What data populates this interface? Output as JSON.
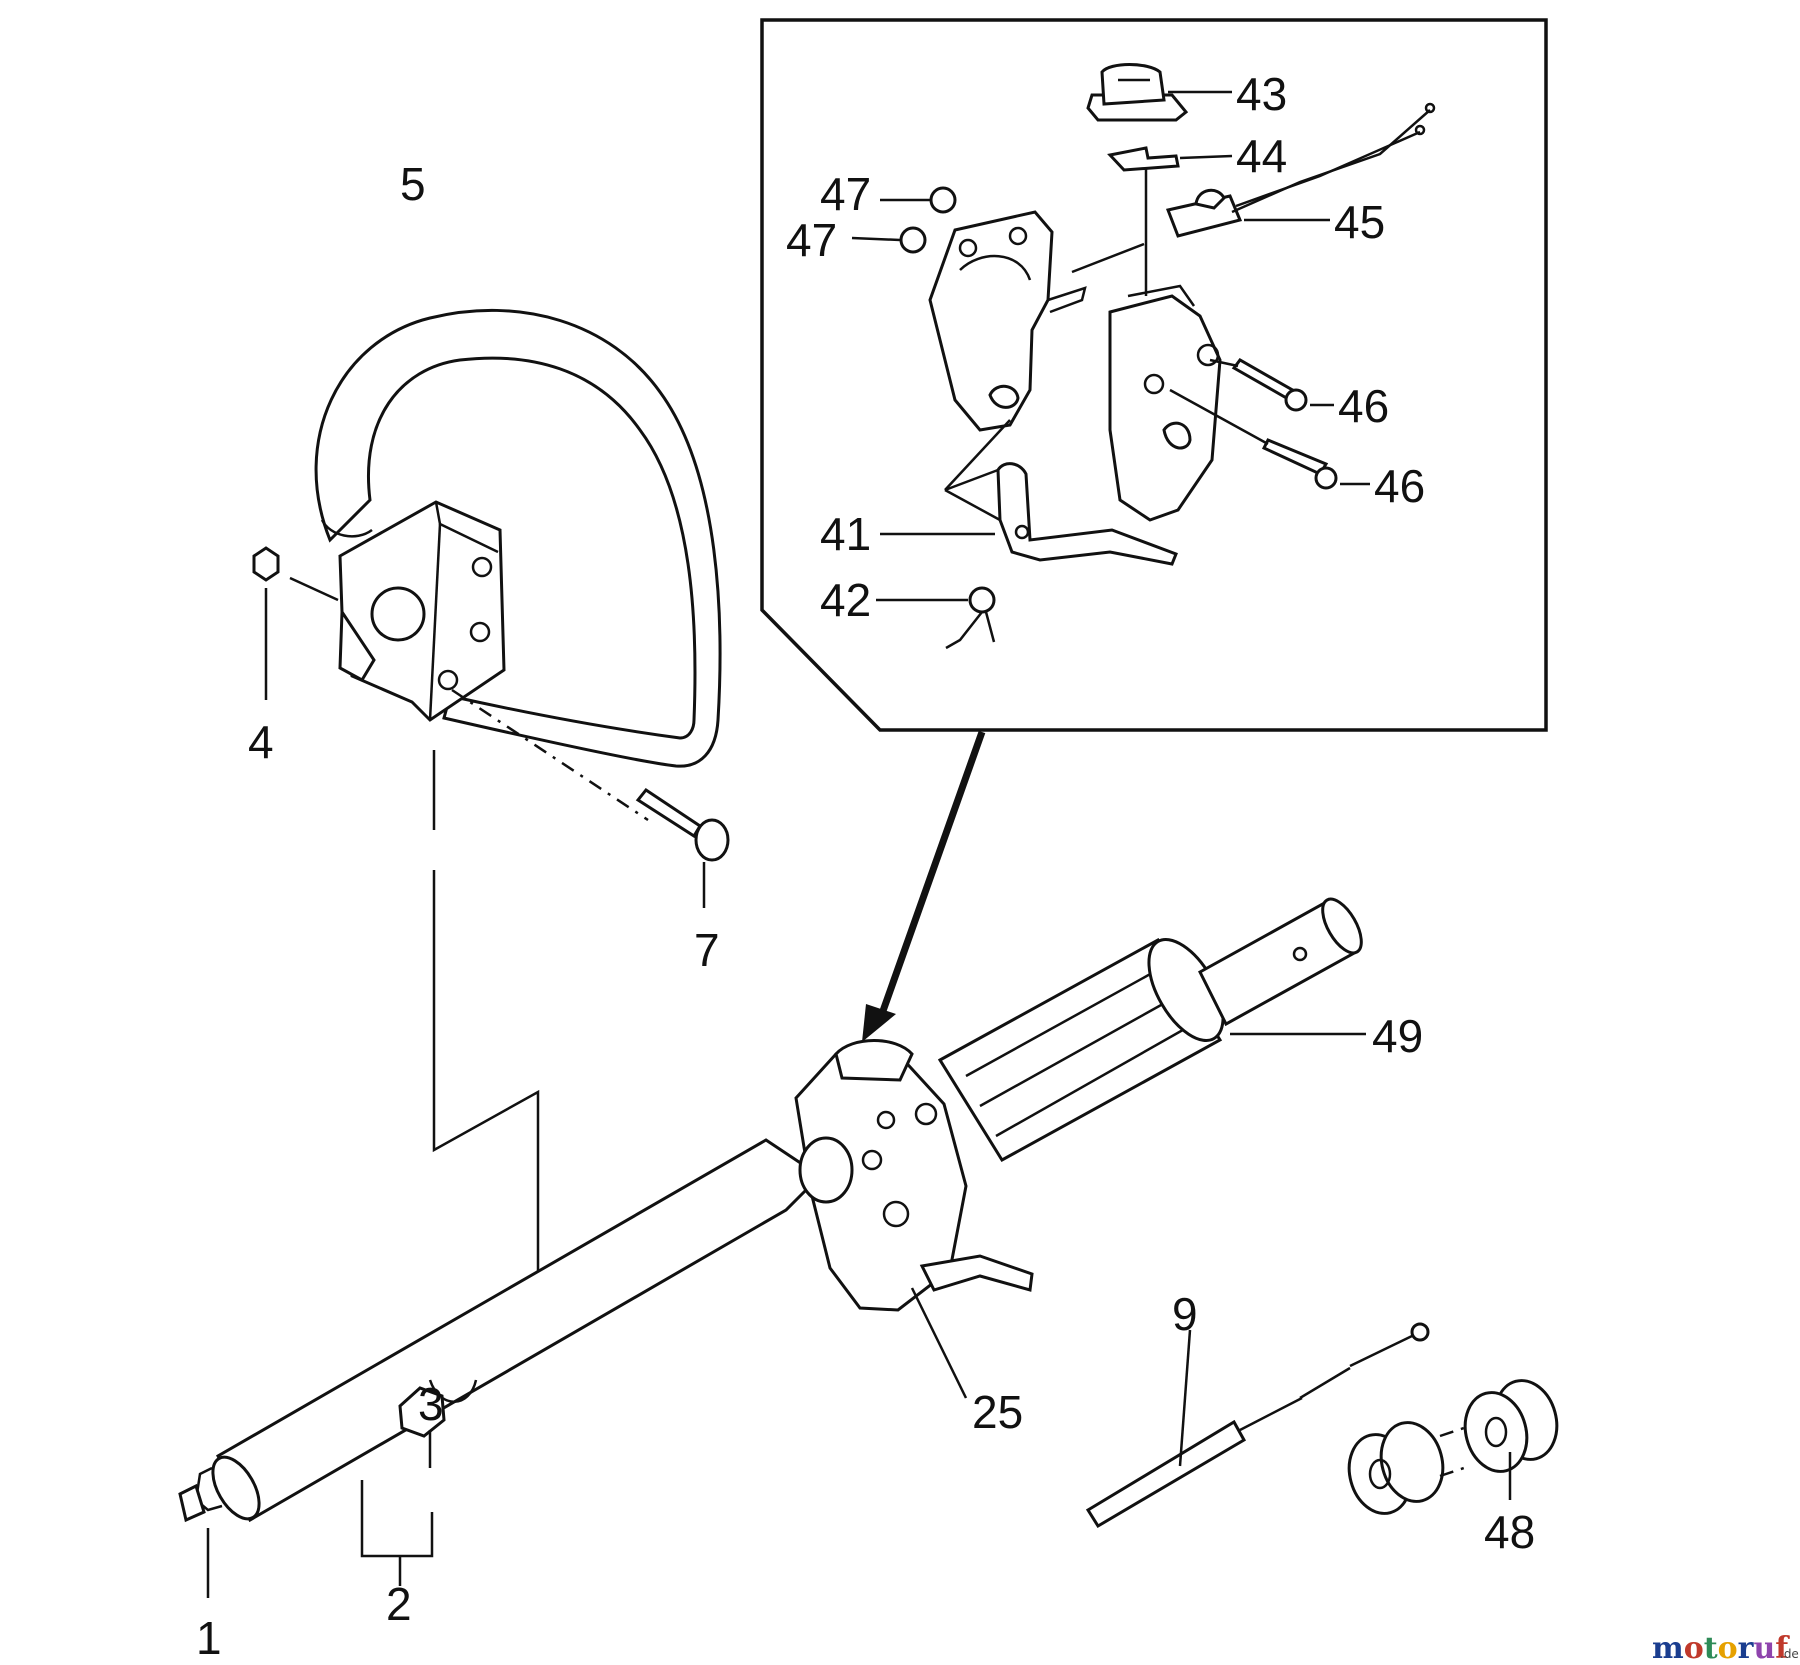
{
  "callouts": {
    "p1": "1",
    "p2": "2",
    "p3": "3",
    "p4": "4",
    "p5": "5",
    "p7": "7",
    "p9": "9",
    "p25": "25",
    "p41": "41",
    "p42": "42",
    "p43": "43",
    "p44": "44",
    "p45": "45",
    "p46a": "46",
    "p46b": "46",
    "p47a": "47",
    "p47b": "47",
    "p48": "48",
    "p49": "49"
  },
  "watermark": {
    "brand": "motoruf",
    "tld": ".de"
  },
  "colors": {
    "ink": "#111111",
    "paper": "#ffffff",
    "wm_m": "#1a3d8f",
    "wm_o1": "#c0392b",
    "wm_t": "#2e8b57",
    "wm_o2": "#e6a100",
    "wm_r": "#1a3d8f",
    "wm_u": "#8e44ad",
    "wm_f": "#c0392b"
  }
}
